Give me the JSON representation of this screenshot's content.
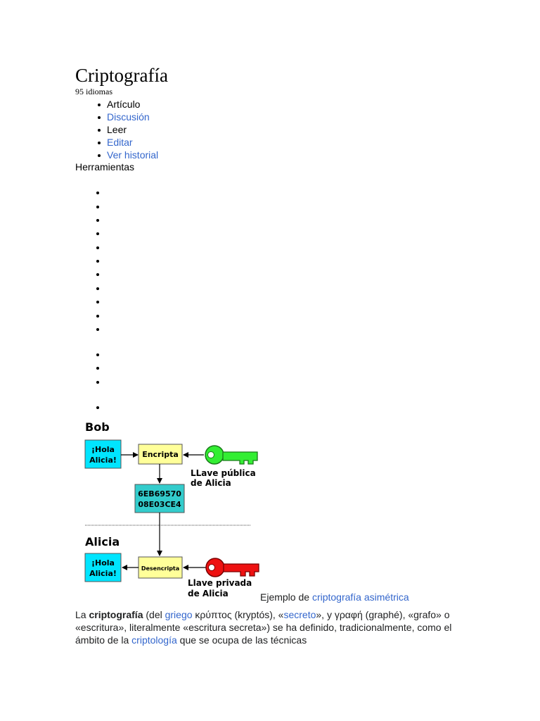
{
  "page": {
    "title": "Criptografía",
    "languages": "95 idiomas"
  },
  "tabs": [
    {
      "label": "Artículo"
    },
    {
      "label": "Discusión"
    },
    {
      "label": "Leer"
    },
    {
      "label": "Editar"
    },
    {
      "label": "Ver historial"
    }
  ],
  "tools_label": "Herramientas",
  "figure": {
    "bob_label": "Bob",
    "alicia_label": "Alicia",
    "message_line1": "¡Hola",
    "message_line2": "Alicia!",
    "encrypt_label": "Encripta",
    "decrypt_label": "Desencripta",
    "cipher_line1": "6EB69570",
    "cipher_line2": "08E03CE4",
    "public_key_line1": "LLave pública",
    "public_key_line2": "de Alicia",
    "private_key_line1": "Llave privada",
    "private_key_line2": "de Alicia",
    "colors": {
      "message": "#00e5ff",
      "process": "#ffff99",
      "cipher": "#33cccc",
      "public_key": "#33ee33",
      "private_key": "#ee1111"
    }
  },
  "caption": {
    "prefix": "Ejemplo de",
    "link": "criptografía asimétrica"
  },
  "paragraph": {
    "t1": "La ",
    "bold": "criptografía",
    "t2": " (del ",
    "link1": "griego",
    "t3": " κρύπτος (kryptós), «",
    "link2": "secreto",
    "t4": "», y γραφή (graphé), «grafo» o «escritura», literalmente «escritura secreta») se ha definido, tradicionalmente, como el ámbito de la ",
    "link3": "criptología",
    "t5": " que se ocupa de las técnicas"
  }
}
